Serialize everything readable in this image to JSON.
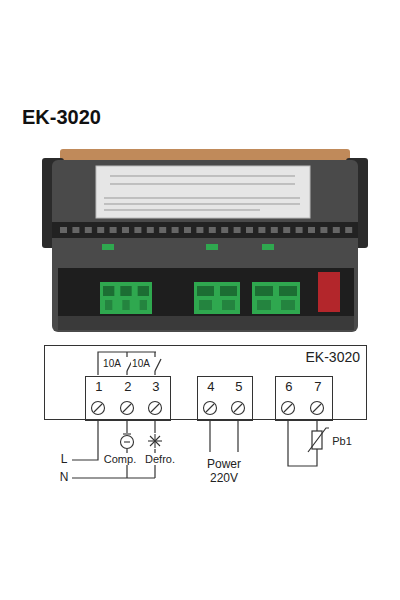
{
  "diagram": {
    "title": "EK-3020",
    "nodes": [
      {
        "text": [
          "EK-3020"
        ]
      },
      {
        "text": [
          "1",
          "2",
          "3"
        ],
        "in": 0
      },
      {
        "text": [
          "4",
          "5"
        ],
        "in": 0
      },
      {
        "text": [
          "6",
          "7"
        ],
        "in": 0
      }
    ],
    "labels": [
      "10A",
      "10A",
      "L",
      "N",
      "Comp.",
      "Defro.",
      "Power 220V",
      "Pb1"
    ]
  }
}
